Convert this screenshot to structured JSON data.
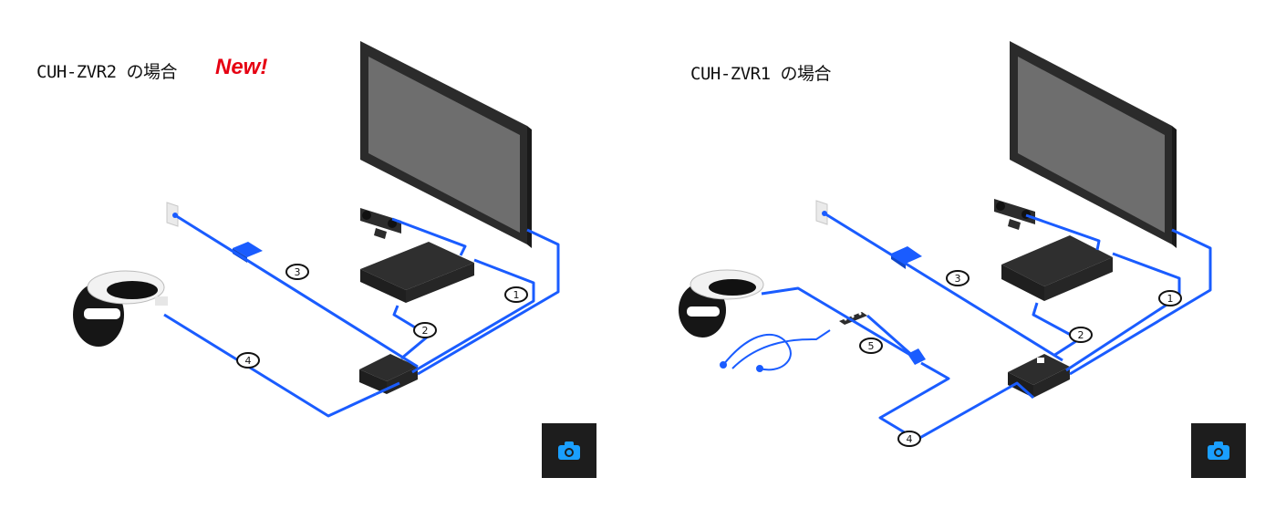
{
  "panels": [
    {
      "title": "CUH-ZVR2 の場合",
      "badge": "New!",
      "badge_color": "#e60012",
      "callouts": [
        "1",
        "2",
        "3",
        "4"
      ]
    },
    {
      "title": "CUH-ZVR1 の場合",
      "callouts": [
        "1",
        "2",
        "3",
        "4",
        "5"
      ]
    }
  ],
  "cable_color": "#1a5cff",
  "camera_button_icon": "camera-icon",
  "camera_icon_color": "#1a9fff"
}
